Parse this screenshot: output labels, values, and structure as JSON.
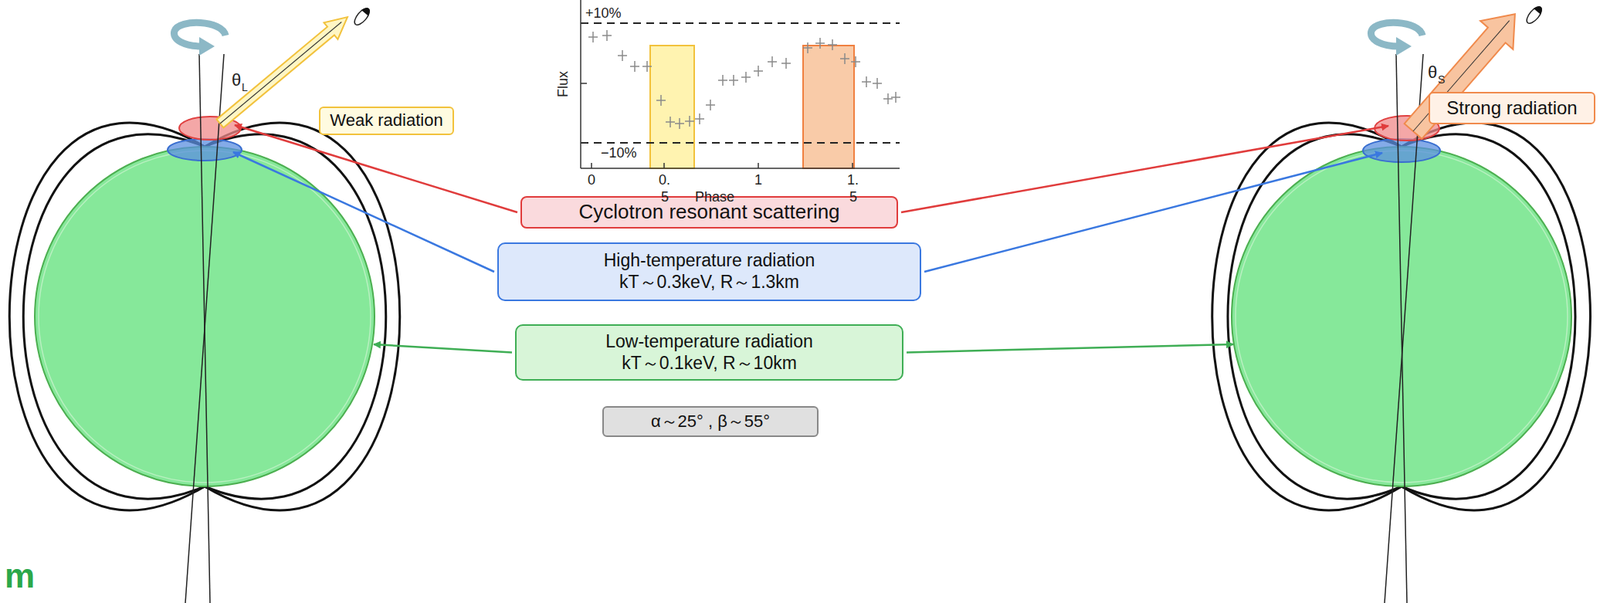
{
  "diagram": {
    "nodes": [
      {
        "text": [
          "Weak radiation"
        ]
      },
      {
        "text": [
          "Strong radiation"
        ]
      },
      {
        "text": [
          "Cyclotron resonant scattering"
        ]
      },
      {
        "text": [
          "High-temperature radiation",
          "kT～0.3keV, R～1.3km"
        ]
      },
      {
        "text": [
          "Low-temperature radiation",
          "kT～0.1keV, R～10km"
        ]
      },
      {
        "text": [
          "α～25° , β～55°"
        ]
      }
    ],
    "labels": [
      "+10%",
      "−10%",
      "Flux",
      "0",
      "0.",
      "5",
      "1",
      "1.",
      "5",
      "Phase",
      "θ",
      "L",
      "θ",
      "S",
      "m"
    ]
  }
}
